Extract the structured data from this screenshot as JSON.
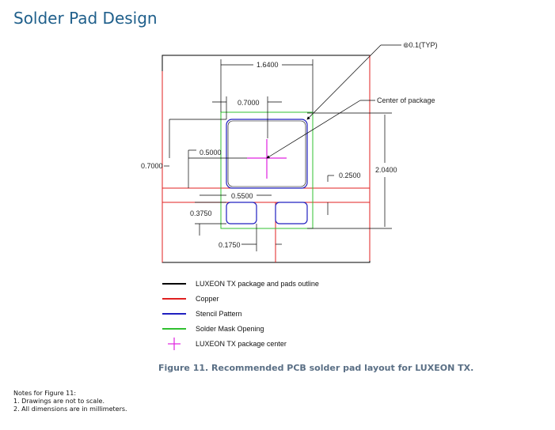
{
  "page": {
    "title": "Solder Pad Design"
  },
  "diagram": {
    "callouts": {
      "tolerance": "⊚0.1(TYP)",
      "center": "Center of package"
    },
    "dims": {
      "total_width": "1.6400",
      "pad_width": "0.7000",
      "pad_height": "0.5000",
      "left_height": "0.7000",
      "gap": "0.2500",
      "right_height": "2.0400",
      "small_pad_width": "0.5500",
      "small_pad_height": "0.3750",
      "small_gap": "0.1750"
    },
    "colors": {
      "outline": "#000000",
      "copper": "#e02020",
      "stencil": "#2020c0",
      "solder_mask": "#30c030",
      "center": "#e020e0"
    }
  },
  "legend": {
    "items": [
      {
        "label": "LUXEON TX package and pads outline",
        "color": "#000000",
        "kind": "line"
      },
      {
        "label": "Copper",
        "color": "#e02020",
        "kind": "line"
      },
      {
        "label": "Stencil Pattern",
        "color": "#2020c0",
        "kind": "line"
      },
      {
        "label": "Solder Mask Opening",
        "color": "#30c030",
        "kind": "line"
      },
      {
        "label": "LUXEON TX package center",
        "color": "#e020e0",
        "kind": "cross"
      }
    ]
  },
  "caption": "Figure 11. Recommended PCB solder pad layout for LUXEON TX.",
  "notes": {
    "heading": "Notes for Figure 11:",
    "items": [
      "1.  Drawings are not to scale.",
      "2.  All dimensions are in millimeters."
    ]
  }
}
